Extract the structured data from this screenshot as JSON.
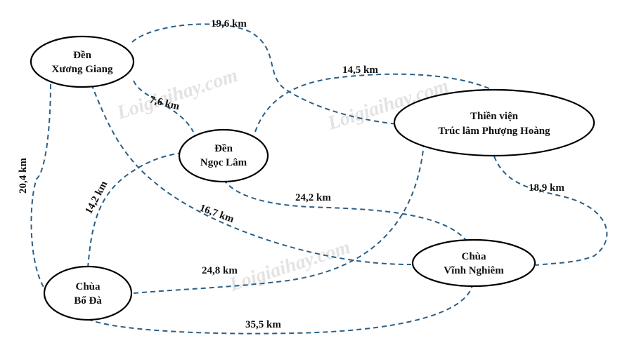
{
  "diagram": {
    "nodes": [
      {
        "id": "xuong-giang",
        "lines": [
          "Đền",
          "Xương Giang"
        ]
      },
      {
        "id": "ngoc-lam",
        "lines": [
          "Đền",
          "Ngọc Lâm"
        ]
      },
      {
        "id": "truc-lam",
        "lines": [
          "Thiền viện",
          "Trúc lâm Phượng Hoàng"
        ]
      },
      {
        "id": "vinh-nghiem",
        "lines": [
          "Chùa",
          "Vĩnh Nghiêm"
        ]
      },
      {
        "id": "bo-da",
        "lines": [
          "Chùa",
          "Bổ Đà"
        ]
      }
    ],
    "edges": [
      {
        "from": "xuong-giang",
        "to": "truc-lam",
        "label": "19,6 km"
      },
      {
        "from": "xuong-giang",
        "to": "ngoc-lam",
        "label": "7,6 km"
      },
      {
        "from": "ngoc-lam",
        "to": "truc-lam",
        "label": "14,5 km"
      },
      {
        "from": "xuong-giang",
        "to": "bo-da",
        "label": "20,4 km"
      },
      {
        "from": "bo-da",
        "to": "ngoc-lam",
        "label": "14,2 km"
      },
      {
        "from": "ngoc-lam",
        "to": "vinh-nghiem",
        "label": "24,2 km"
      },
      {
        "from": "xuong-giang",
        "to": "vinh-nghiem",
        "label": "16,7 km"
      },
      {
        "from": "truc-lam",
        "to": "vinh-nghiem",
        "label": "18,9 km"
      },
      {
        "from": "bo-da",
        "to": "truc-lam",
        "label": "24,8 km"
      },
      {
        "from": "bo-da",
        "to": "vinh-nghiem",
        "label": "35,5 km"
      }
    ],
    "watermark": "Loigiaihay.com",
    "colors": {
      "route": "#2b5f86",
      "node_stroke": "#000000"
    }
  }
}
